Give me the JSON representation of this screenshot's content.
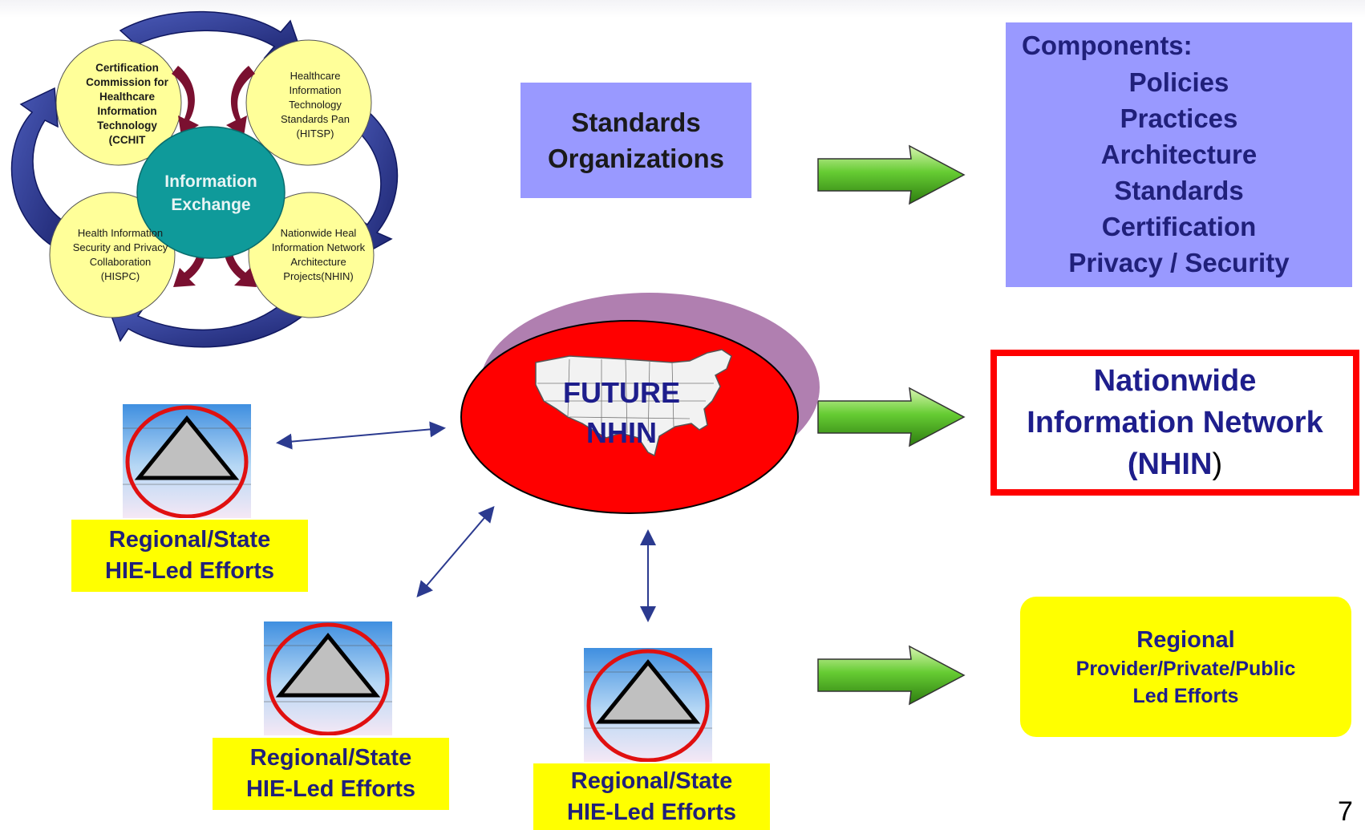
{
  "cycle": {
    "center": [
      "Information",
      "Exchange"
    ],
    "cchit": [
      "Certification",
      "Commission for",
      "Healthcare",
      "Information",
      "Technology",
      "(CCHIT"
    ],
    "hitsp": [
      "Healthcare",
      "Information",
      "Technology",
      "Standards Pan",
      "(HITSP)"
    ],
    "hispc": [
      "Health Information",
      "Security and Privacy",
      "Collaboration",
      "(HISPC)"
    ],
    "nhin_proj": [
      "Nationwide Heal",
      "Information Network",
      "Architecture",
      "Projects",
      "(NHIN)"
    ]
  },
  "standards_organizations": [
    "Standards",
    "Organizations"
  ],
  "components": {
    "title": "Components:",
    "items": [
      "Policies",
      "Practices",
      "Architecture",
      "Standards",
      "Certification",
      "Privacy / Security"
    ]
  },
  "future_nhin": [
    "FUTURE",
    "NHIN"
  ],
  "nhin_box": [
    "Nationwide",
    "Information Network",
    "(NHIN",
    ")"
  ],
  "provider_box": [
    "Regional",
    "Provider/Private/Public",
    "Led Efforts"
  ],
  "hie_labels": [
    [
      "Regional/State",
      "HIE-Led Efforts"
    ],
    [
      "Regional/State",
      "HIE-Led Efforts"
    ],
    [
      "Regional/State",
      "HIE-Led Efforts"
    ]
  ],
  "page_number": "7",
  "colors": {
    "box_blue": "#9999ff",
    "yellow": "#ffff00",
    "red": "#ff0000",
    "navy_text": "#1e1e8c",
    "circle_yellow": "#ffff99",
    "teal": "#0f9a9a",
    "green_arrow": "#66cc33",
    "blue_arrow": "#2b3a8f",
    "maroon_arrow": "#7a1030"
  }
}
